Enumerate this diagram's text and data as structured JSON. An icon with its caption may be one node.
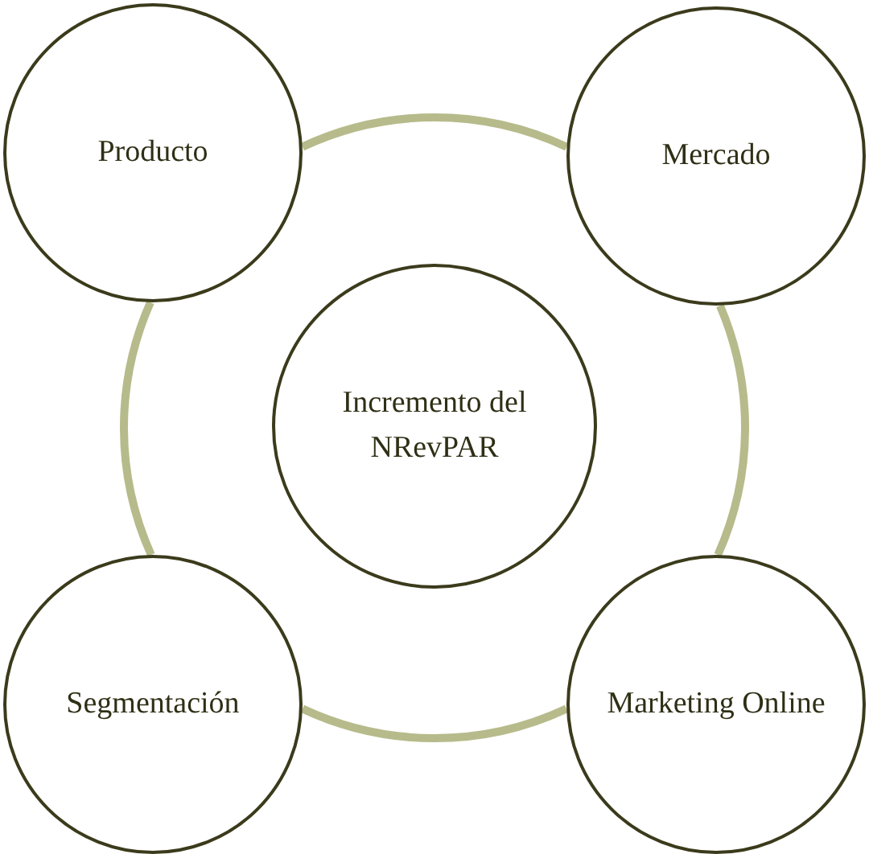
{
  "diagram": {
    "nodes": [
      {
        "text": [
          "Producto"
        ]
      },
      {
        "text": [
          "Mercado"
        ]
      },
      {
        "text": [
          "Incremento del NRevPAR"
        ]
      },
      {
        "text": [
          "Segmentación"
        ]
      },
      {
        "text": [
          "Marketing Online"
        ]
      }
    ],
    "edges": [
      {
        "from": 0,
        "to": 1,
        "arrow": "none"
      },
      {
        "from": 1,
        "to": 4,
        "arrow": "none"
      },
      {
        "from": 4,
        "to": 3,
        "arrow": "none"
      },
      {
        "from": 3,
        "to": 0,
        "arrow": "none"
      }
    ]
  }
}
